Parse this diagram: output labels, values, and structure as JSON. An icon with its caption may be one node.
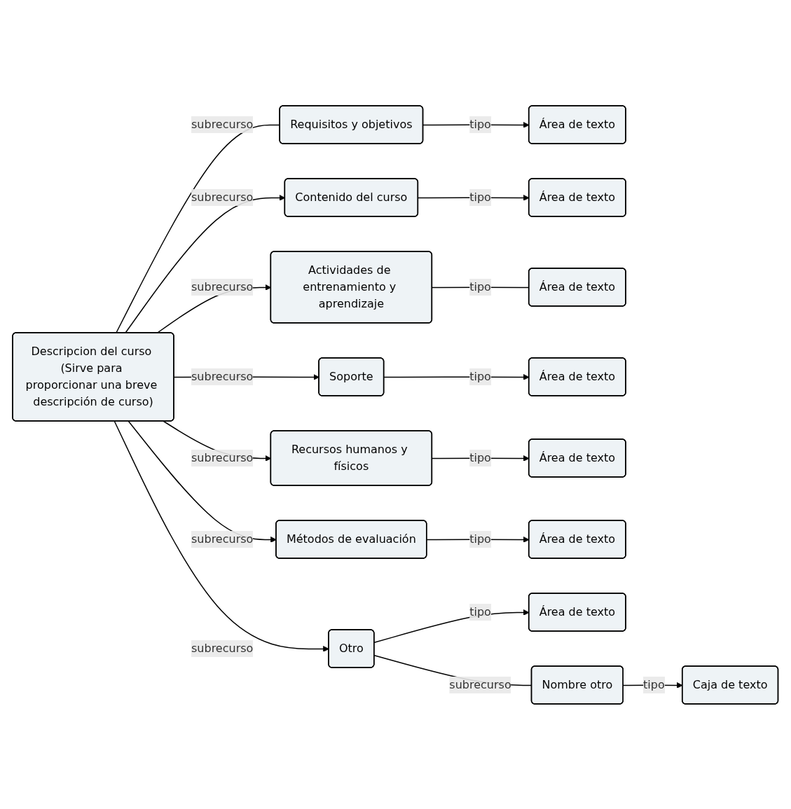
{
  "diagram": {
    "nodes": [
      {
        "text": [
          "Descripcion del curso (Sirve para proporcionar una breve descripción de curso)"
        ]
      },
      {
        "text": [
          "Requisitos y objetivos"
        ]
      },
      {
        "text": [
          "Área de texto"
        ]
      },
      {
        "text": [
          "Contenido del curso"
        ]
      },
      {
        "text": [
          "Área de texto"
        ]
      },
      {
        "text": [
          "Actividades de entrenamiento y aprendizaje"
        ]
      },
      {
        "text": [
          "Área de texto"
        ]
      },
      {
        "text": [
          "Soporte"
        ]
      },
      {
        "text": [
          "Área de texto"
        ]
      },
      {
        "text": [
          "Recursos humanos y físicos"
        ]
      },
      {
        "text": [
          "Área de texto"
        ]
      },
      {
        "text": [
          "Métodos de evaluación"
        ]
      },
      {
        "text": [
          "Área de texto"
        ]
      },
      {
        "text": [
          "Otro"
        ]
      },
      {
        "text": [
          "Área de texto"
        ]
      },
      {
        "text": [
          "Nombre otro"
        ]
      },
      {
        "text": [
          "Caja de texto"
        ]
      }
    ],
    "edges": [
      {
        "from": 0,
        "to": 1,
        "label": "subrecurso",
        "arrow": "none"
      },
      {
        "from": 1,
        "to": 2,
        "label": "tipo",
        "arrow": "to"
      },
      {
        "from": 0,
        "to": 3,
        "label": "subrecurso",
        "arrow": "to"
      },
      {
        "from": 3,
        "to": 4,
        "label": "tipo",
        "arrow": "to"
      },
      {
        "from": 0,
        "to": 5,
        "label": "subrecurso",
        "arrow": "to"
      },
      {
        "from": 5,
        "to": 6,
        "label": "tipo",
        "arrow": "none"
      },
      {
        "from": 0,
        "to": 7,
        "label": "subrecurso",
        "arrow": "to"
      },
      {
        "from": 7,
        "to": 8,
        "label": "tipo",
        "arrow": "to"
      },
      {
        "from": 0,
        "to": 9,
        "label": "subrecurso",
        "arrow": "to"
      },
      {
        "from": 9,
        "to": 10,
        "label": "tipo",
        "arrow": "to"
      },
      {
        "from": 0,
        "to": 11,
        "label": "subrecurso",
        "arrow": "to"
      },
      {
        "from": 11,
        "to": 12,
        "label": "tipo",
        "arrow": "to"
      },
      {
        "from": 0,
        "to": 13,
        "label": "subrecurso",
        "arrow": "to"
      },
      {
        "from": 13,
        "to": 14,
        "label": "tipo",
        "arrow": "to"
      },
      {
        "from": 13,
        "to": 15,
        "label": "subrecurso",
        "arrow": "none"
      },
      {
        "from": 15,
        "to": 16,
        "label": "tipo",
        "arrow": "to"
      }
    ]
  }
}
